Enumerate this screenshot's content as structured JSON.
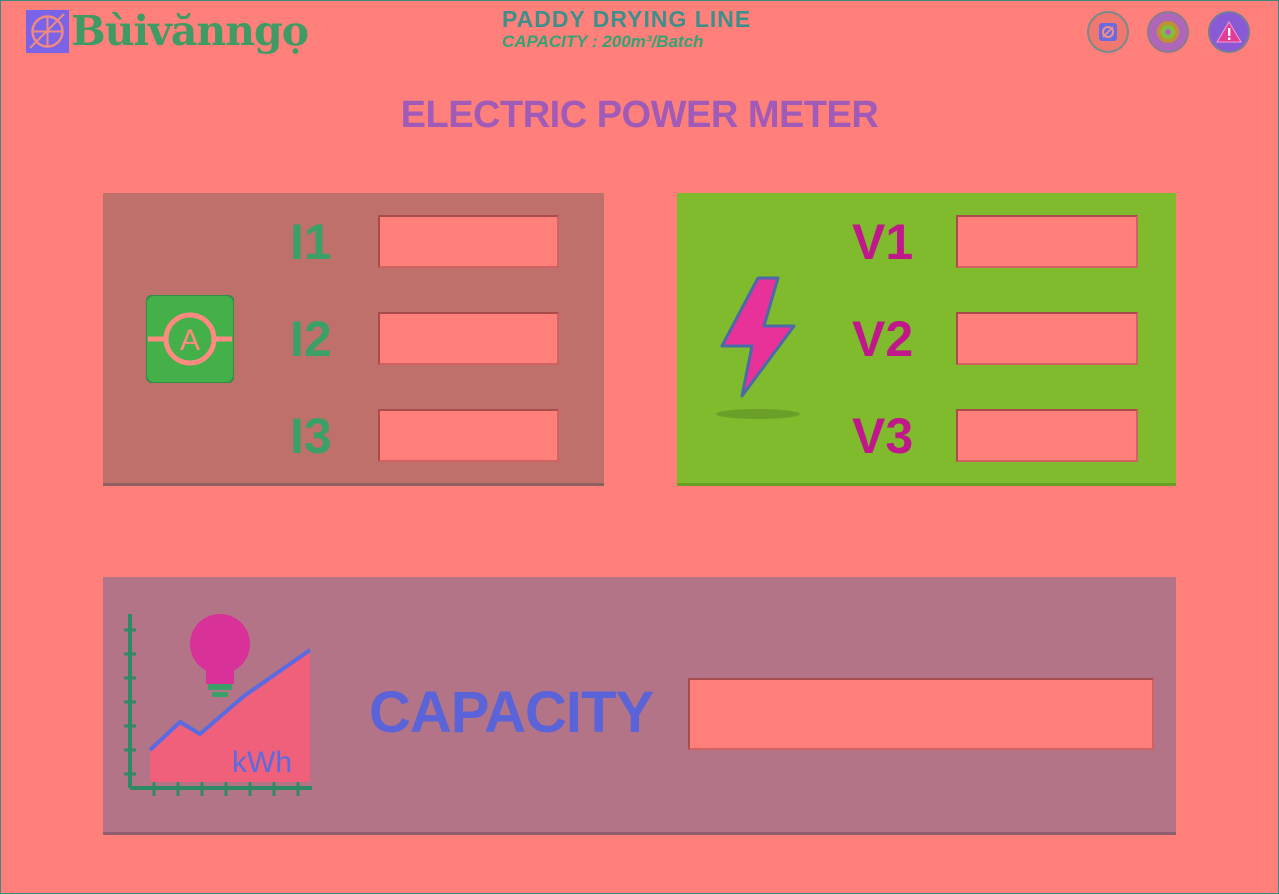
{
  "header": {
    "brand": "Bùivănngọ",
    "line_title": "PADDY DRYING LINE",
    "capacity_line": "CAPACITY : 200m³/Batch",
    "buttons": [
      {
        "icon": "home-icon"
      },
      {
        "icon": "settings-icon"
      },
      {
        "icon": "alarm-icon"
      }
    ]
  },
  "page": {
    "title": "ELECTRIC POWER METER"
  },
  "current": {
    "icon": "ammeter-icon",
    "rows": [
      {
        "label": "I1",
        "value": ""
      },
      {
        "label": "I2",
        "value": ""
      },
      {
        "label": "I3",
        "value": ""
      }
    ]
  },
  "voltage": {
    "icon": "lightning-icon",
    "rows": [
      {
        "label": "V1",
        "value": ""
      },
      {
        "label": "V2",
        "value": ""
      },
      {
        "label": "V3",
        "value": ""
      }
    ]
  },
  "capacity": {
    "icon": "energy-chart-icon",
    "icon_text": "kWh",
    "label": "CAPACITY",
    "value": ""
  },
  "colors": {
    "background": "#ff807a",
    "current_panel": "#c0706a",
    "voltage_panel": "#7fbb2c",
    "capacity_panel": "#b47488",
    "title": "#a05ab8"
  }
}
